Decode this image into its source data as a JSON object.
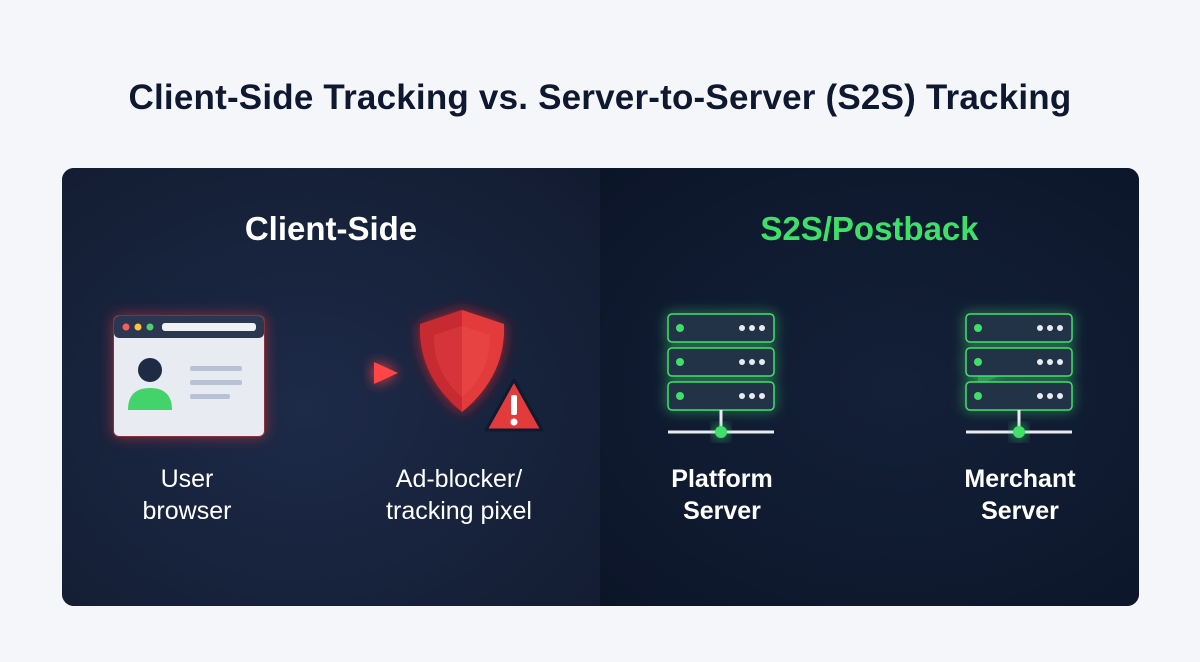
{
  "title": "Client-Side Tracking vs. Server-to-Server (S2S) Tracking",
  "left_panel": {
    "heading": "Client-Side",
    "nodes": [
      {
        "label": "User\nbrowser",
        "icon": "browser-window-icon"
      },
      {
        "label": "Ad-blocker/\ntracking pixel",
        "icon": "shield-warning-icon"
      }
    ],
    "connector": "red-dotted-arrow",
    "accent_color": "#e33b3b"
  },
  "right_panel": {
    "heading": "S2S/Postback",
    "nodes": [
      {
        "label": "Platform\nServer",
        "icon": "server-rack-icon"
      },
      {
        "label": "Merchant\nServer",
        "icon": "server-rack-icon"
      }
    ],
    "connector": "green-solid-arrow",
    "accent_color": "#3fe06a"
  }
}
